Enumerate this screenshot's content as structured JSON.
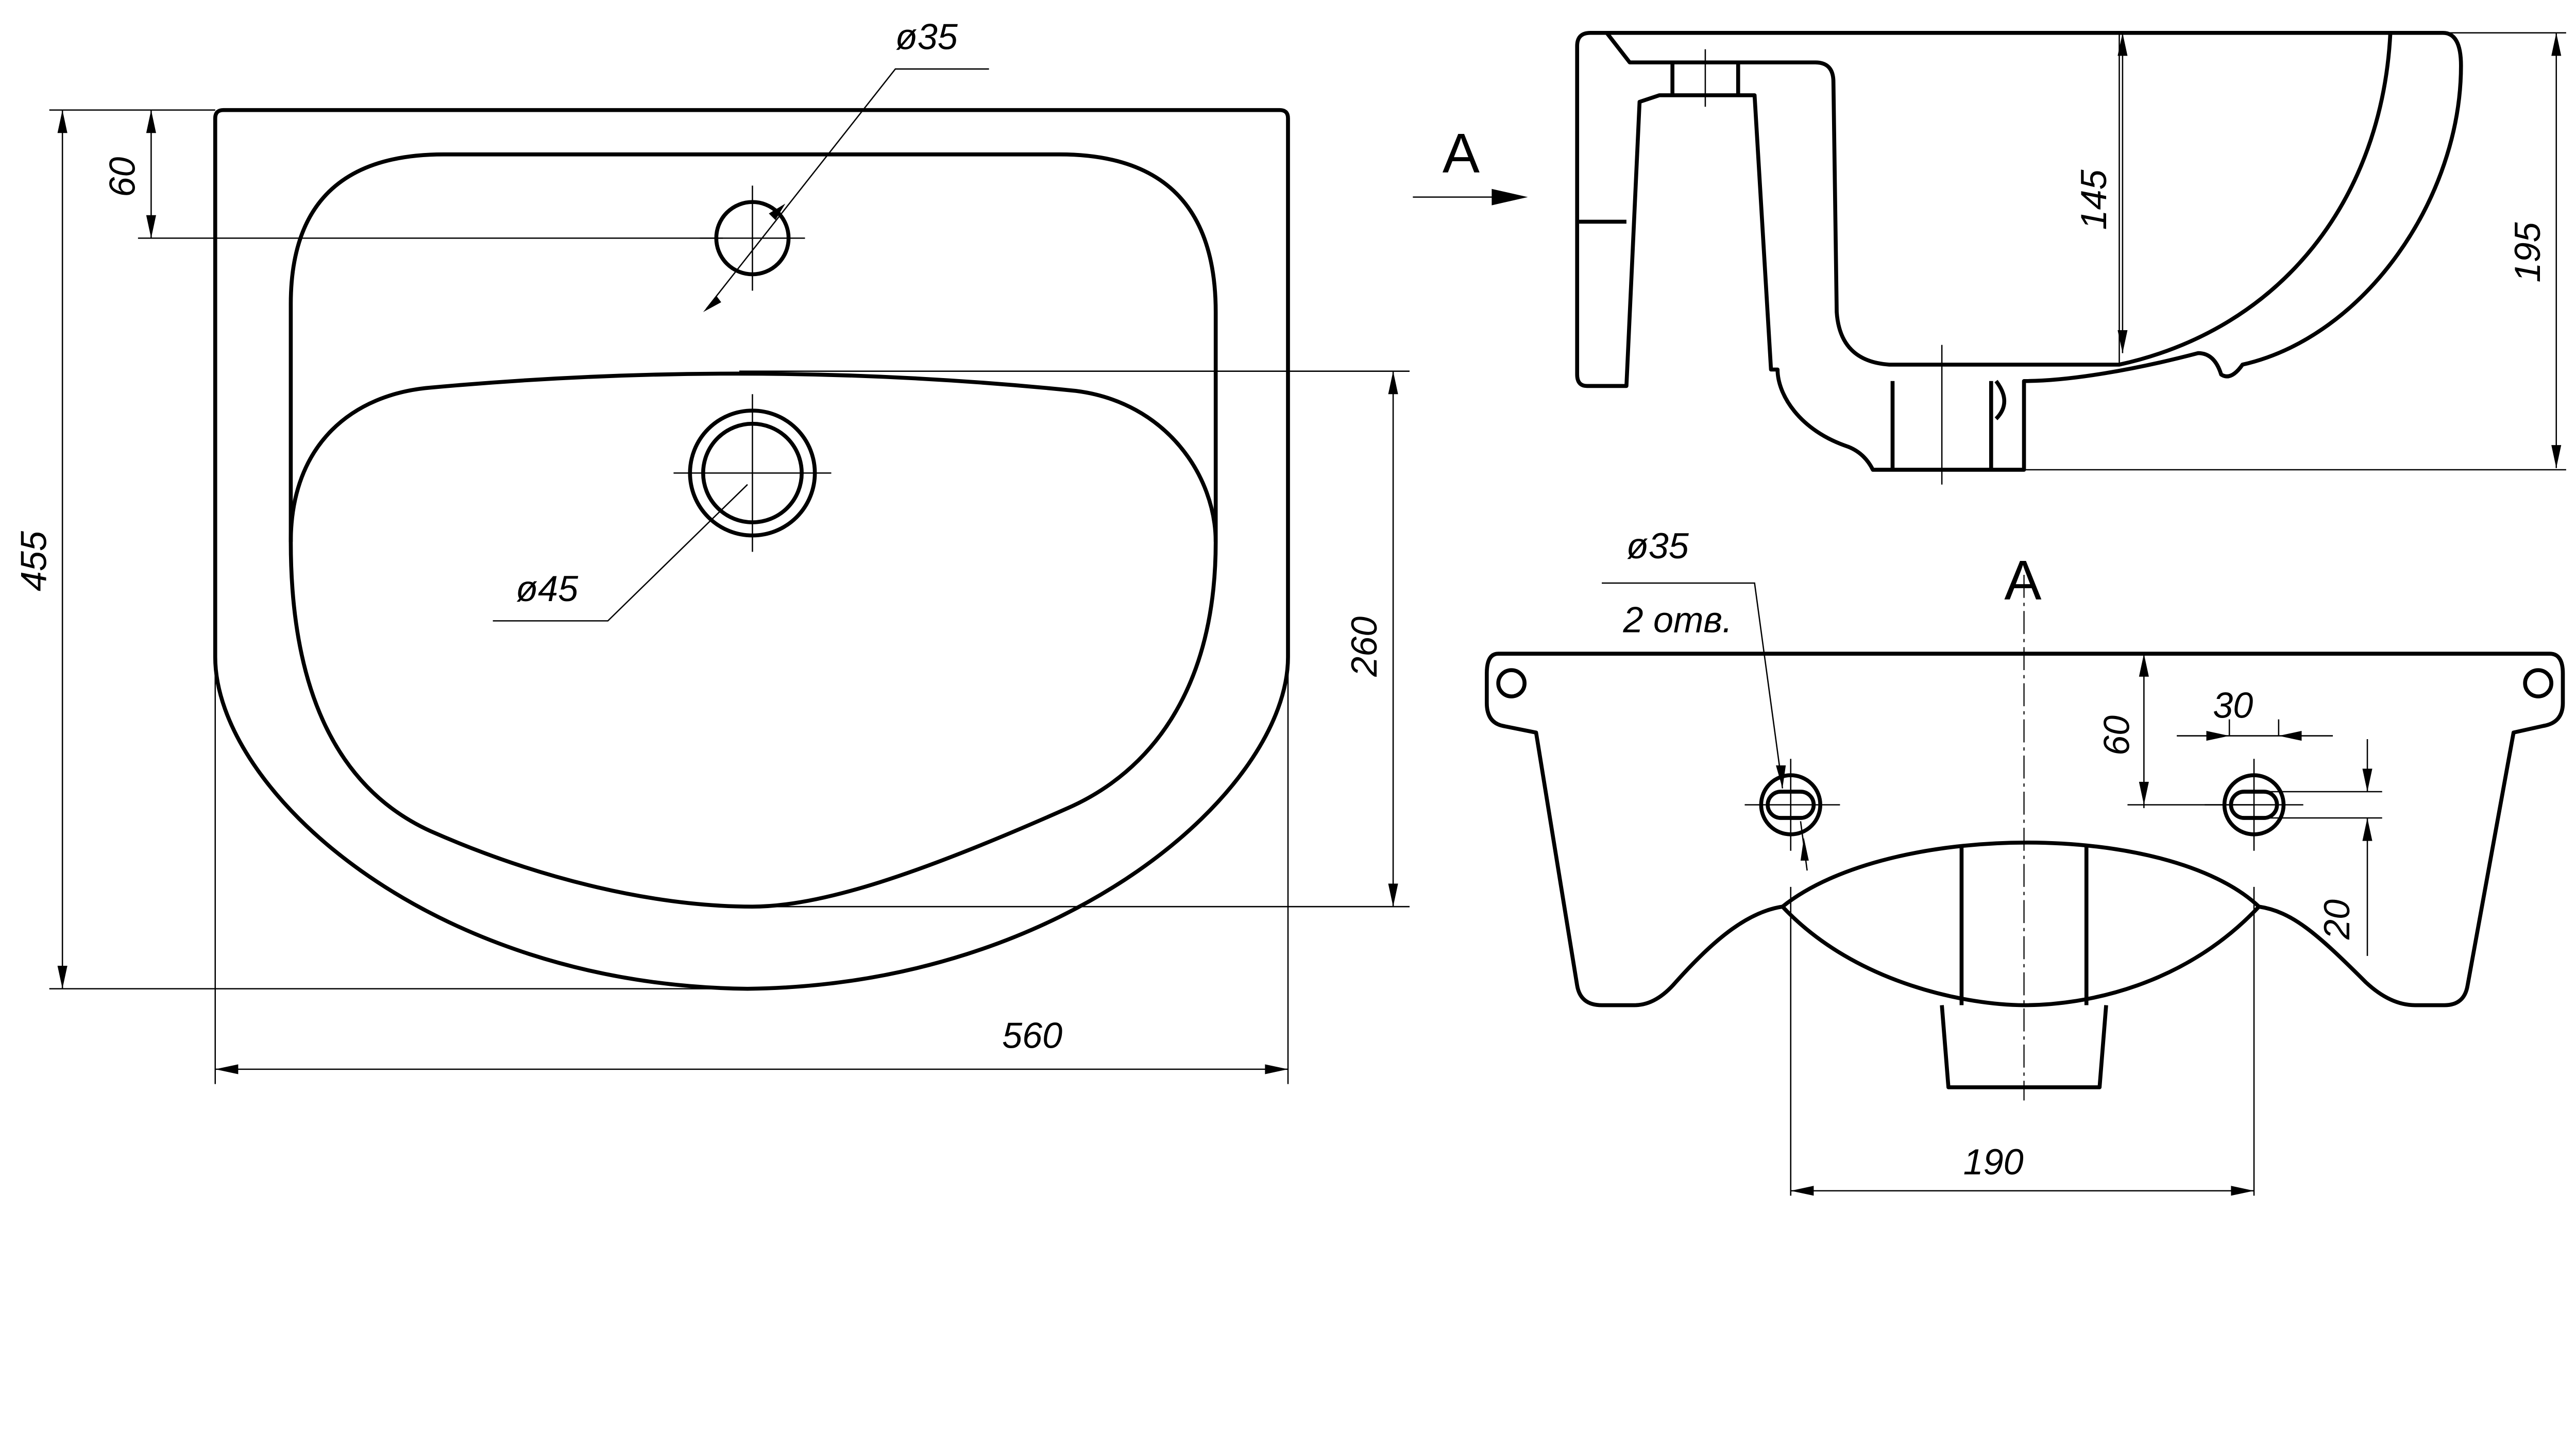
{
  "title": "Washbasin 560 technical drawing",
  "top_view": {
    "tap_hole_dia": "ø35",
    "tap_hole_offset": "60",
    "overall_depth": "455",
    "drain_dia": "ø45",
    "bowl_depth": "260",
    "overall_width": "560"
  },
  "side_view": {
    "view_marker": "A",
    "bowl_height": "145",
    "overall_height": "195"
  },
  "front_view": {
    "view_title": "A",
    "mount_hole_dia": "ø35",
    "mount_hole_count": "2 отв.",
    "mount_hole_offset": "60",
    "mount_slot_length": "30",
    "mount_slot_width": "20",
    "mount_hole_spacing": "190"
  }
}
